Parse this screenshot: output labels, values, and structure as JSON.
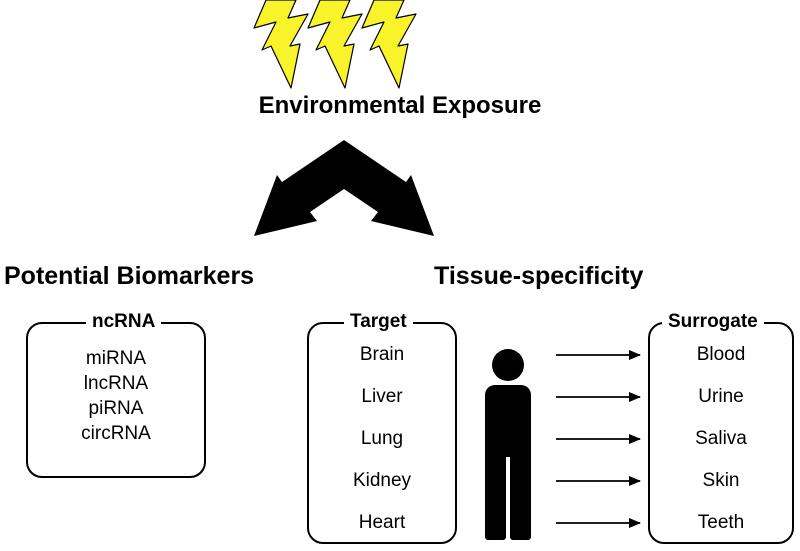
{
  "title": "Environmental Exposure",
  "potential_biomarkers": {
    "heading": "Potential Biomarkers",
    "box_label": "ncRNA",
    "items": [
      "miRNA",
      "lncRNA",
      "piRNA",
      "circRNA"
    ]
  },
  "tissue_specificity": {
    "heading": "Tissue-specificity",
    "target": {
      "label": "Target",
      "items": [
        "Brain",
        "Liver",
        "Lung",
        "Kidney",
        "Heart"
      ]
    },
    "surrogate": {
      "label": "Surrogate",
      "items": [
        "Blood",
        "Urine",
        "Saliva",
        "Skin",
        "Teeth"
      ]
    }
  },
  "icons": {
    "lightning": "lightning-bolt-icon",
    "person": "person-icon"
  },
  "colors": {
    "lightning": "#f8f32b",
    "outline": "#000000"
  }
}
